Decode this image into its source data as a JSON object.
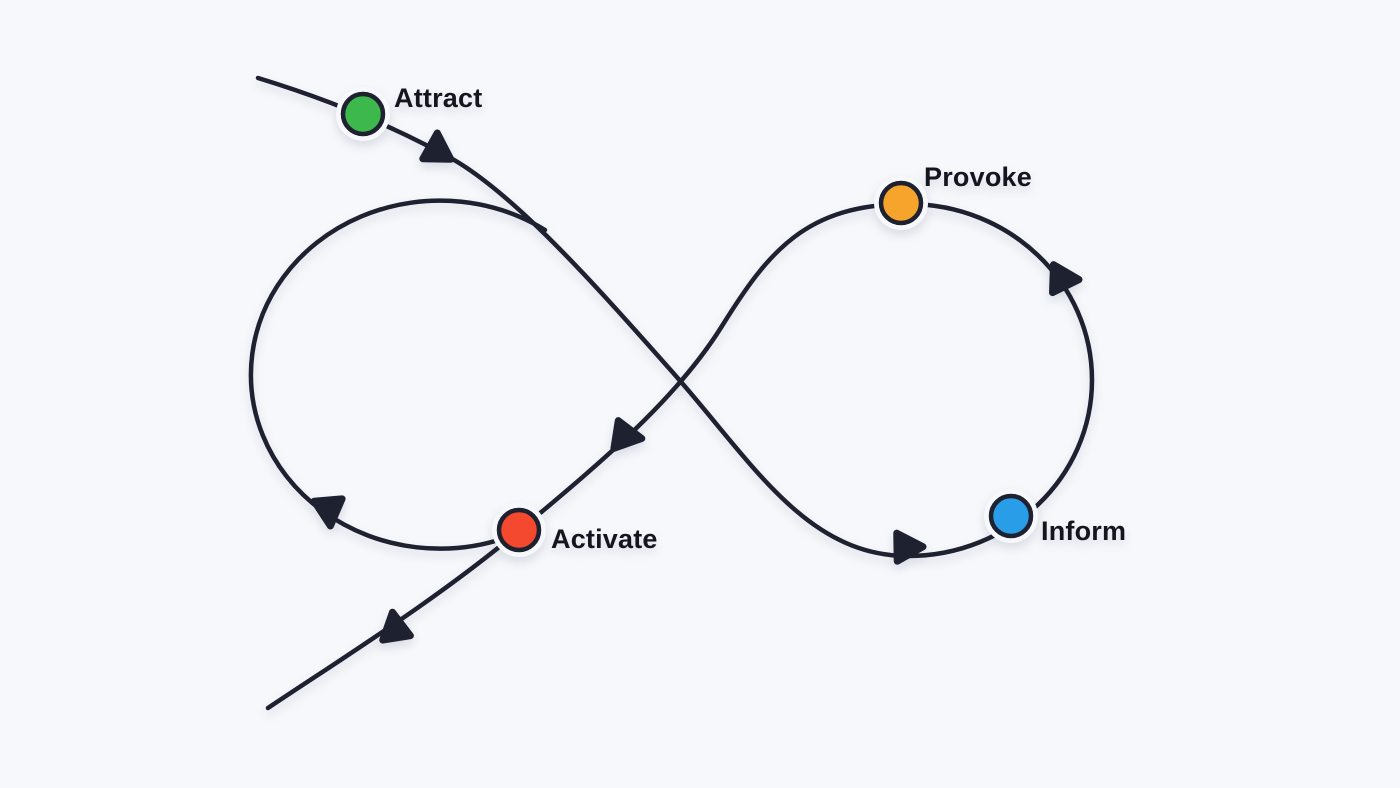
{
  "diagram": {
    "background_color": "#F7F8FB",
    "line_color": "#1D2130",
    "label_color": "#14161F",
    "nodes": [
      {
        "label": "Attract",
        "color": "#3DB84C"
      },
      {
        "label": "Provoke",
        "color": "#F7A42C"
      },
      {
        "label": "Activate",
        "color": "#F4492F"
      },
      {
        "label": "Inform",
        "color": "#2A9DE8"
      }
    ]
  }
}
